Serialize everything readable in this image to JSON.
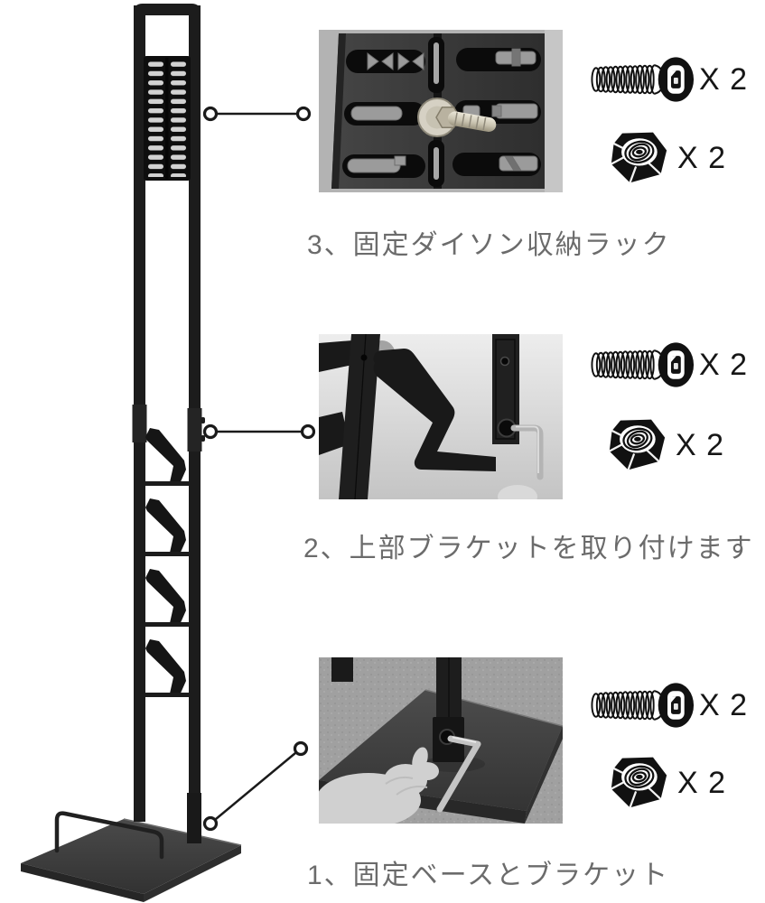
{
  "page": {
    "background": "#ffffff",
    "colors": {
      "caption_text": "#6b6b6b",
      "hardware_label": "#161616",
      "stand_metal": "#1c1c1c",
      "photo_gray": "#a8a8a8"
    }
  },
  "illustration": {
    "subject": "dyson-vacuum-stand-full-view"
  },
  "steps": [
    {
      "caption": "3、固定ダイソン収納ラック",
      "photo": "close-up of storage rack back panel with bolt",
      "hardware": [
        {
          "icon": "screw-icon",
          "label": "X 2"
        },
        {
          "icon": "nut-icon",
          "label": "X 2"
        }
      ]
    },
    {
      "caption": "2、上部ブラケットを取り付けます",
      "photo": "upper bracket being attached with hex key",
      "hardware": [
        {
          "icon": "screw-icon",
          "label": "X 2"
        },
        {
          "icon": "nut-icon",
          "label": "X 2"
        }
      ]
    },
    {
      "caption": "1、固定ベースとブラケット",
      "photo": "hand tightening base bracket with hex key",
      "hardware": [
        {
          "icon": "screw-icon",
          "label": "X 2"
        },
        {
          "icon": "nut-icon",
          "label": "X 2"
        }
      ]
    }
  ]
}
